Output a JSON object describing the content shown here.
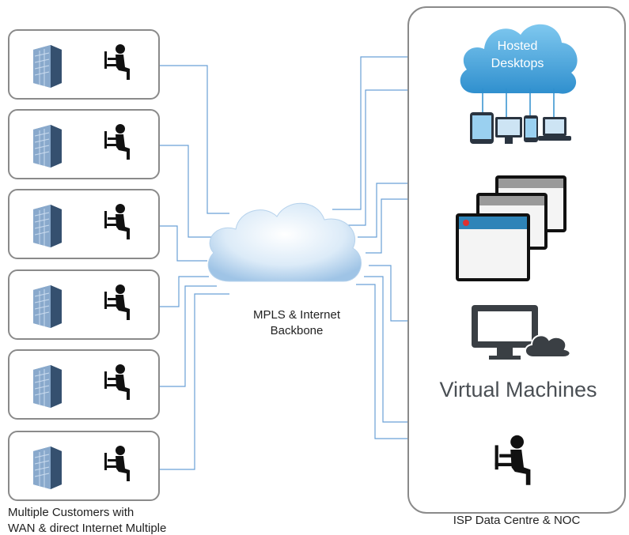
{
  "customers": {
    "count": 6,
    "caption_line1": "Multiple Customers with",
    "caption_line2": "WAN & direct Internet Multiple"
  },
  "backbone": {
    "line1": "MPLS & Internet",
    "line2": "Backbone"
  },
  "data_centre": {
    "caption": "ISP Data Centre & NOC",
    "hosted_line1": "Hosted",
    "hosted_line2": "Desktops",
    "virtual_machines": "Virtual Machines"
  },
  "colors": {
    "link": "#6aa0d6",
    "border": "#8a8a8a",
    "cloud": "#cfe3f6"
  }
}
